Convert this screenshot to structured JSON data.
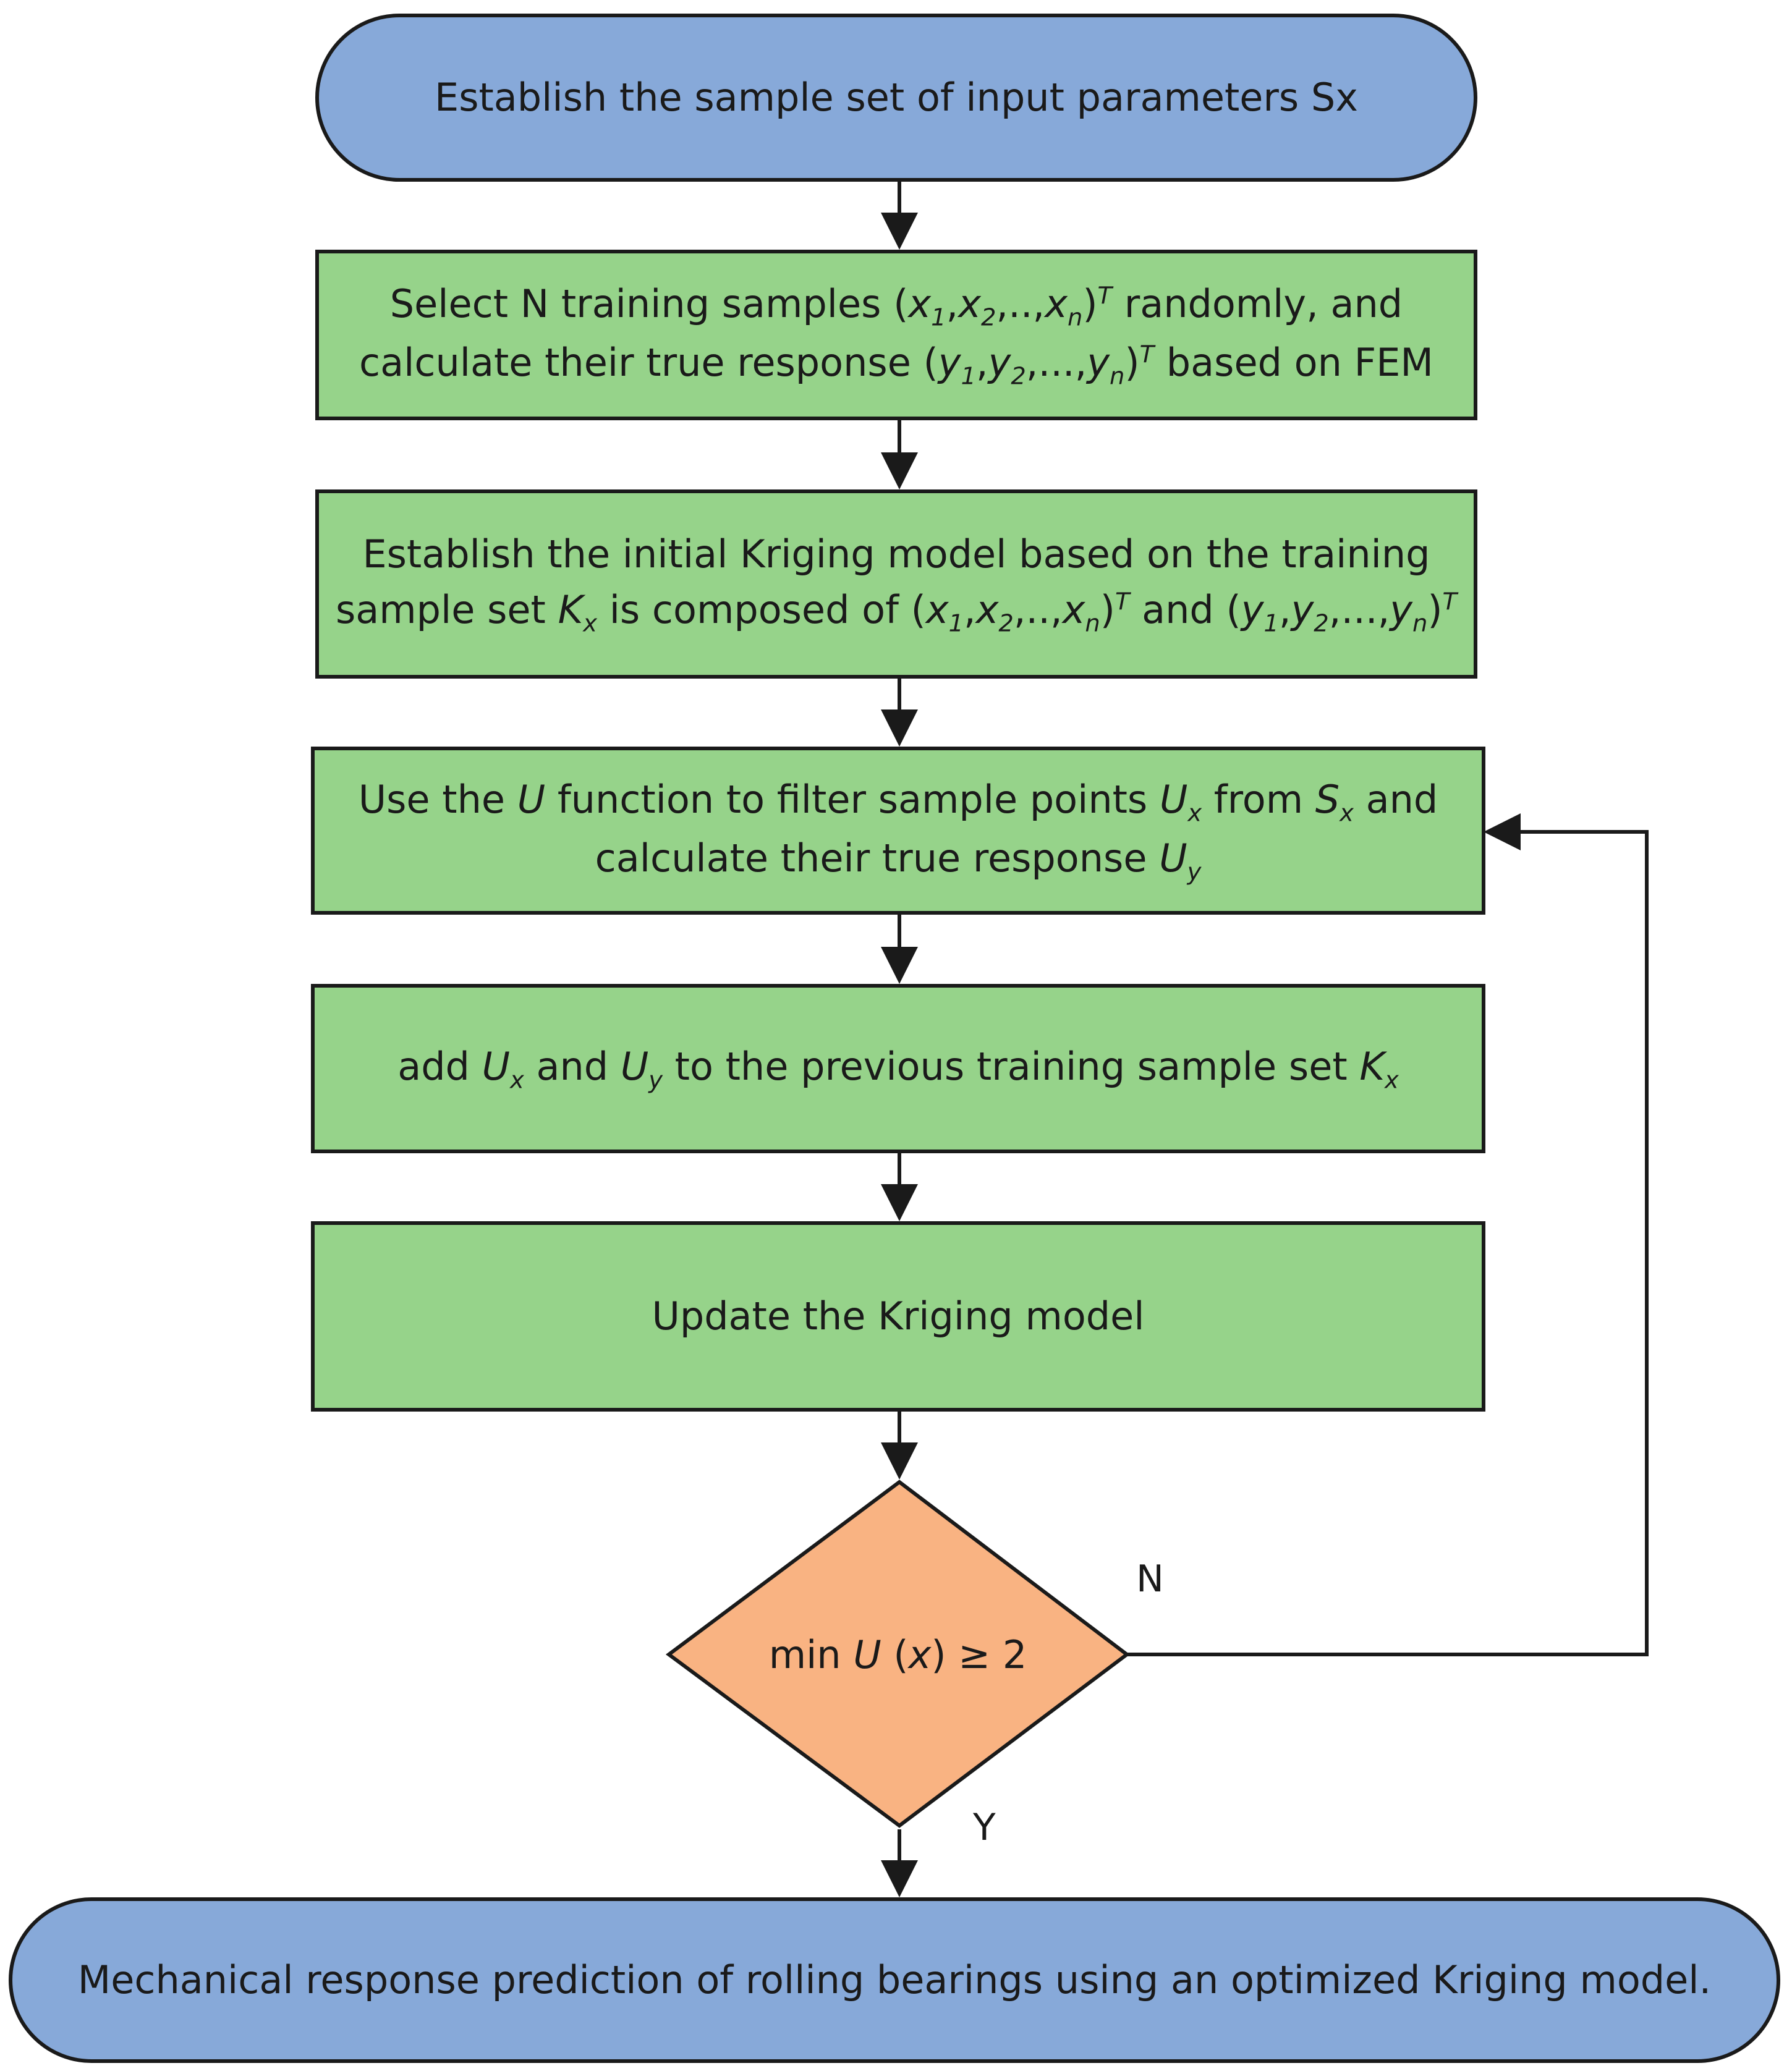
{
  "nodes": {
    "start": {
      "text": "Establish the sample set of input parameters Sx"
    },
    "select_samples": {
      "line1_a": "Select N training samples ",
      "line1_b": " randomly, and",
      "line2_a": "calculate their true response ",
      "line2_b": " based on FEM"
    },
    "initial_model": {
      "line1": "Establish the initial Kriging model based on the training",
      "line2_a": "sample set ",
      "line2_b": " is composed of ",
      "line2_c": " and "
    },
    "filter": {
      "line1_a": "Use the ",
      "line1_b": " function to filter sample points ",
      "line1_c": " from ",
      "line1_d": " and",
      "line2_a": "calculate their true response "
    },
    "add_samples": {
      "a": "add ",
      "b": " and ",
      "c": " to the previous training sample set "
    },
    "update": {
      "text": "Update the Kriging model"
    },
    "decision": {
      "a": "min ",
      "b": " (",
      "c": ") ≥ 2"
    },
    "end": {
      "text": "Mechanical response prediction of rolling bearings using an optimized Kriging model."
    }
  },
  "math": {
    "x_vector": {
      "open": "(",
      "x": "x",
      "s1": "1",
      "comma1": ",",
      "s2": "2",
      "dots": ",..,",
      "sn": "n",
      "close": ")",
      "sup": "T"
    },
    "y_vector": {
      "open": "(",
      "y": "y",
      "s1": "1",
      "comma1": ",",
      "s2": "2",
      "dots": ",...,",
      "sn": "n",
      "close": ")",
      "sup": "T"
    },
    "K": "K",
    "U": "U",
    "S": "S",
    "x": "x",
    "y": "y"
  },
  "edges": {
    "no_label": "N",
    "yes_label": "Y"
  },
  "colors": {
    "terminal": "#87a9d9",
    "process": "#96d38a",
    "decision": "#f9b382",
    "stroke": "#1a1a1a"
  }
}
